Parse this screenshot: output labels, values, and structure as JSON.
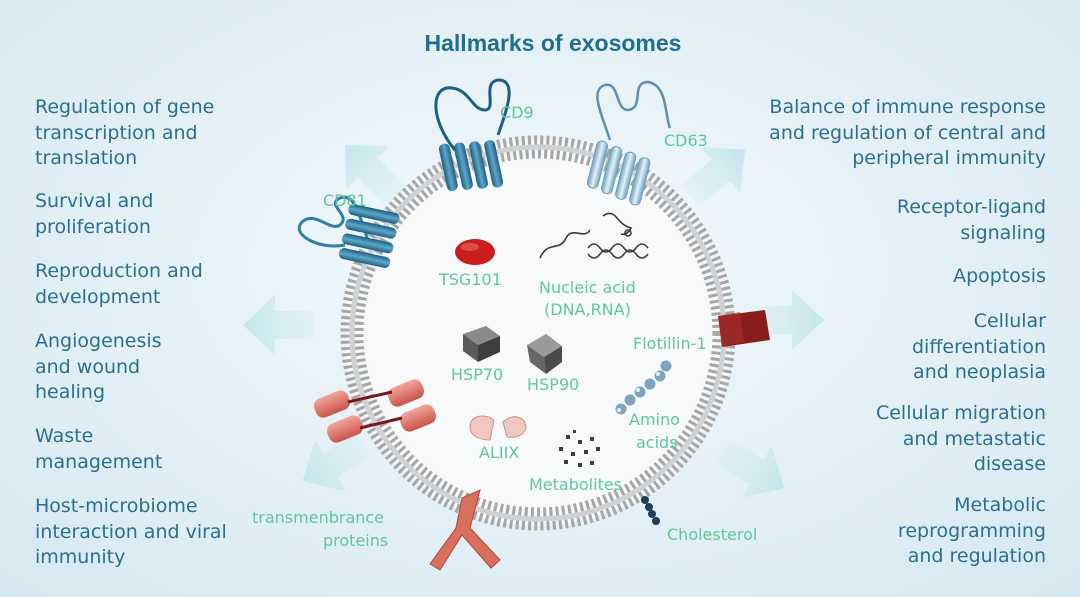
{
  "title": "Hallmarks of exosomes",
  "left_items": [
    "Regulation of gene\ntranscription and\ntranslation",
    "Survival and\nproliferation",
    "Reproduction and\ndevelopment",
    "Angiogenesis\nand wound\nhealing",
    "Waste\nmanagement",
    "Host-microbiome\ninteraction and viral\nimmunity"
  ],
  "right_items": [
    "Balance of immune response\nand regulation of central and\nperipheral immunity",
    "Receptor-ligand\nsignaling",
    "Apoptosis",
    "Cellular\ndifferentiation\nand neoplasia",
    "Cellular migration\nand metastatic\ndisease",
    "Metabolic\nreprogramming\nand regulation"
  ],
  "molecules": {
    "cd9": "CD9",
    "cd63": "CD63",
    "cd81": "CD81",
    "tsg101": "TSG101",
    "nucleic_line1": "Nucleic acid",
    "nucleic_line2": "(DNA,RNA)",
    "hsp70": "HSP70",
    "hsp90": "HSP90",
    "flotillin": "Flotillin-1",
    "amino_line1": "Amino",
    "amino_line2": "acids",
    "aliix": "ALIIX",
    "metabolites": "Metabolites",
    "transmem_line1": "transmenbrance",
    "transmem_line2": "proteins",
    "cholesterol": "Cholesterol"
  },
  "colors": {
    "title": "#1e6f92",
    "text": "#2a6f90",
    "molecule_label": "#5fc79a",
    "membrane": "#9a9a9a",
    "arrow": "#cfe9ef",
    "tsg101": "#c81e1e",
    "flotillin": "#8a1c1c"
  }
}
